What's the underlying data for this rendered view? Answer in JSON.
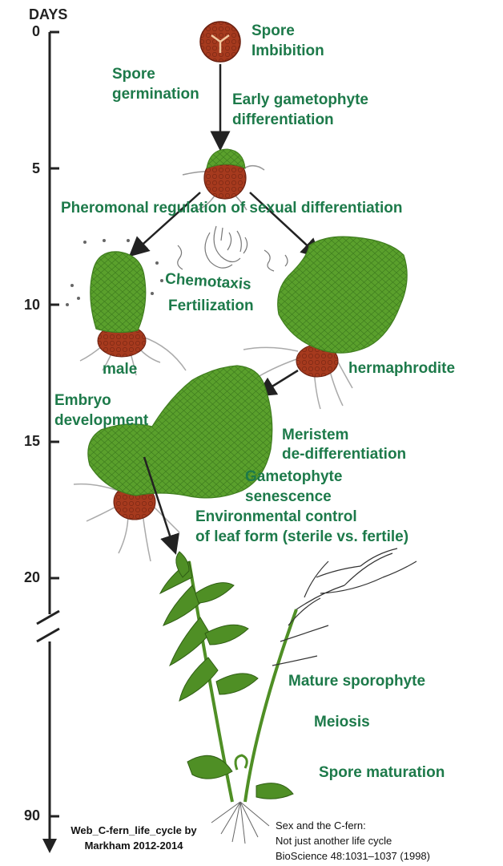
{
  "axis": {
    "title": "DAYS",
    "ticks": [
      "0",
      "5",
      "10",
      "15",
      "20",
      "90"
    ]
  },
  "labels": {
    "spore_imbibition_1": "Spore",
    "spore_imbibition_2": "Imbibition",
    "spore_germination_1": "Spore",
    "spore_germination_2": "germination",
    "early_gametophyte_1": "Early gametophyte",
    "early_gametophyte_2": "differentiation",
    "pheromonal": "Pheromonal regulation of sexual differentiation",
    "chemotaxis": "Chemotaxis",
    "fertilization": "Fertilization",
    "male": "male",
    "hermaphrodite": "hermaphrodite",
    "embryo_1": "Embryo",
    "embryo_2": "development",
    "meristem_1": "Meristem",
    "meristem_2": "de-differentiation",
    "senescence_1": "Gametophyte",
    "senescence_2": "senescence",
    "environmental_1": "Environmental control",
    "environmental_2": "of leaf form (sterile vs. fertile)",
    "mature_sporophyte": "Mature sporophyte",
    "meiosis": "Meiosis",
    "spore_maturation": "Spore maturation"
  },
  "credits": {
    "left_1": "Web_C-fern_life_cycle by",
    "left_2": "Markham 2012-2014",
    "right_1": "Sex and the C-fern:",
    "right_2": "Not just another life cycle",
    "right_3": "BioScience 48:1031–1037 (1998)"
  },
  "colors": {
    "label_green": "#1d7a4a",
    "leaf_green": "#5aa02c",
    "spore_brown": "#a63a1e"
  }
}
